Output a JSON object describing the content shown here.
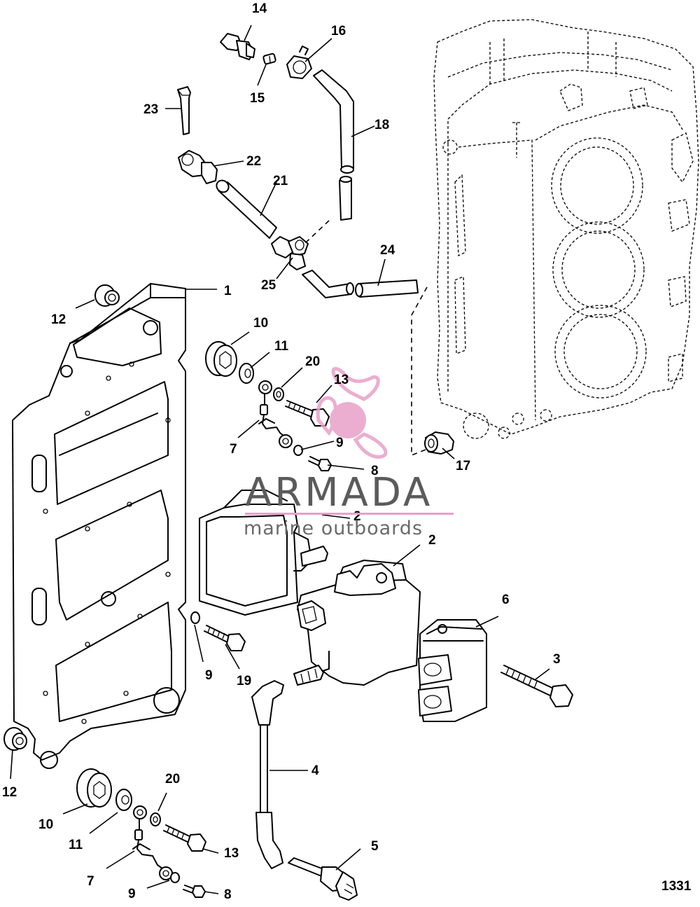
{
  "diagram": {
    "callouts": [
      {
        "id": "c1",
        "label": "1"
      },
      {
        "id": "c2a",
        "label": "2"
      },
      {
        "id": "c2b",
        "label": "2"
      },
      {
        "id": "c3",
        "label": "3"
      },
      {
        "id": "c4",
        "label": "4"
      },
      {
        "id": "c5",
        "label": "5"
      },
      {
        "id": "c6",
        "label": "6"
      },
      {
        "id": "c7a",
        "label": "7"
      },
      {
        "id": "c7b",
        "label": "7"
      },
      {
        "id": "c8a",
        "label": "8"
      },
      {
        "id": "c8b",
        "label": "8"
      },
      {
        "id": "c9a",
        "label": "9"
      },
      {
        "id": "c9b",
        "label": "9"
      },
      {
        "id": "c9c",
        "label": "9"
      },
      {
        "id": "c10a",
        "label": "10"
      },
      {
        "id": "c10b",
        "label": "10"
      },
      {
        "id": "c11a",
        "label": "11"
      },
      {
        "id": "c11b",
        "label": "11"
      },
      {
        "id": "c12a",
        "label": "12"
      },
      {
        "id": "c12b",
        "label": "12"
      },
      {
        "id": "c13a",
        "label": "13"
      },
      {
        "id": "c13b",
        "label": "13"
      },
      {
        "id": "c14",
        "label": "14"
      },
      {
        "id": "c15",
        "label": "15"
      },
      {
        "id": "c16",
        "label": "16"
      },
      {
        "id": "c17",
        "label": "17"
      },
      {
        "id": "c18",
        "label": "18"
      },
      {
        "id": "c19",
        "label": "19"
      },
      {
        "id": "c20a",
        "label": "20"
      },
      {
        "id": "c20b",
        "label": "20"
      },
      {
        "id": "c21",
        "label": "21"
      },
      {
        "id": "c22",
        "label": "22"
      },
      {
        "id": "c23",
        "label": "23"
      },
      {
        "id": "c24",
        "label": "24"
      },
      {
        "id": "c25",
        "label": "25"
      }
    ],
    "figure_number": "1331"
  },
  "watermark": {
    "brand": "ARMADA",
    "tagline": "marine outboards",
    "brand_color": "#5b5b5b",
    "accent_color": "#e8a0c8",
    "logo_icon": "propeller-icon"
  }
}
